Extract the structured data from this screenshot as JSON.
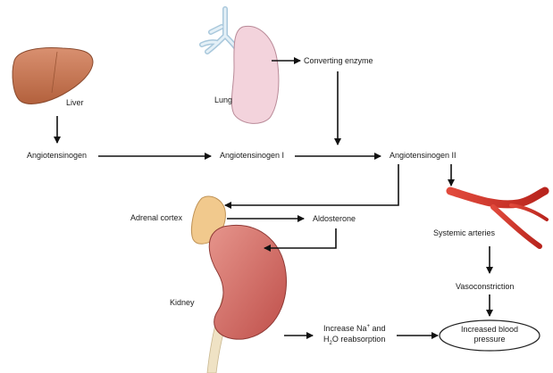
{
  "labels": {
    "liver": "Liver",
    "lung": "Lung",
    "converting_enzyme": "Converting enzyme",
    "angiotensinogen": "Angiotensinogen",
    "angiotensinogen_1": "Angiotensinogen I",
    "angiotensinogen_2": "Angiotensinogen II",
    "adrenal_cortex": "Adrenal cortex",
    "aldosterone": "Aldosterone",
    "systemic_arteries": "Systemic arteries",
    "kidney": "Kidney",
    "vasoconstriction": "Vasoconstriction",
    "increase_na_prefix": "Increase Na",
    "increase_na_sup": "+",
    "increase_na_suffix": " and",
    "h2o_h": "H",
    "h2o_sub": "2",
    "h2o_rest": "O reabsorption",
    "increased_bp_line1": "Increased blood",
    "increased_bp_line2": "pressure"
  },
  "colors": {
    "liver": "#c87a55",
    "lung": "#f1cfd8",
    "airway": "#cfe0ea",
    "adrenal": "#f0c888",
    "kidney": "#d96f68",
    "ureter": "#efe2c4",
    "artery": "#d4372c",
    "arrow": "#111111"
  }
}
